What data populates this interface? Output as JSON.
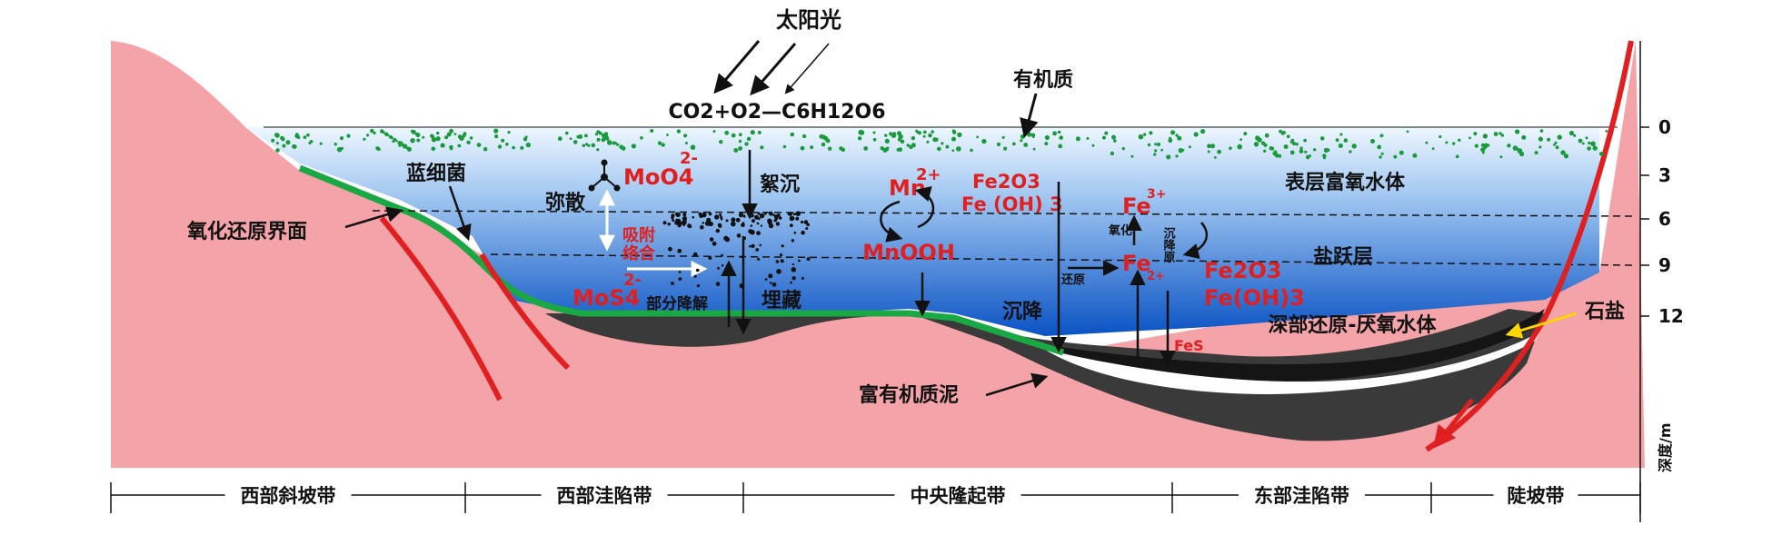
{
  "labels": {
    "sunlight": "太阳光",
    "photosynthesis": "CO2+O2—C6H12O6",
    "organic_matter": "有机质",
    "cyanobacteria": "蓝细菌",
    "redox_interface": "氧化还原界面",
    "diffusion": "弥散",
    "flocculation": "絮沉",
    "adsorption": "吸附",
    "complexation": "络合",
    "partial_degradation": "部分降解",
    "burial": "埋藏",
    "sedimentation": "沉降",
    "oxidation": "氧化",
    "reduction": "还原",
    "precipitation_reduction": "沉降原",
    "surface_oxic": "表层富氧水体",
    "halocline": "盐跃层",
    "deep_anoxic": "深部还原-厌氧水体",
    "rock_salt": "石盐",
    "organic_mud": "富有机质泥",
    "depth_axis": "深度/m"
  },
  "chemistry": {
    "moo4": "MoO4",
    "moo4_charge": "2-",
    "mos4": "MoS4",
    "mos4_charge": "2-",
    "mn": "Mn",
    "mn_charge": "2+",
    "mnooh": "MnOOH",
    "fe2o3_top": "Fe2O3",
    "feoh3_top": "Fe (OH) 3",
    "fe3": "Fe",
    "fe3_charge": "3+",
    "fe2": "Fe",
    "fe2_charge": "2+",
    "fe2o3_right": "Fe2O3",
    "feoh3_right": "Fe(OH)3",
    "fes": "FeS"
  },
  "depth_ticks": [
    "0",
    "3",
    "6",
    "9",
    "12"
  ],
  "zones": [
    "西部斜坡带",
    "西部洼陷带",
    "中央隆起带",
    "东部洼陷带",
    "陡坡带"
  ],
  "colors": {
    "terrain": "#f4a3a8",
    "water_top": "#e8f4ff",
    "water_bottom": "#0a55c8",
    "redox_line": "#1aa845",
    "fault": "#e02020",
    "mud": "#3a3a3a",
    "salt": "#ffffff",
    "algae": "#1a9a3a",
    "arrow_white": "#ffffff",
    "arrow_yellow": "#ffd600"
  }
}
